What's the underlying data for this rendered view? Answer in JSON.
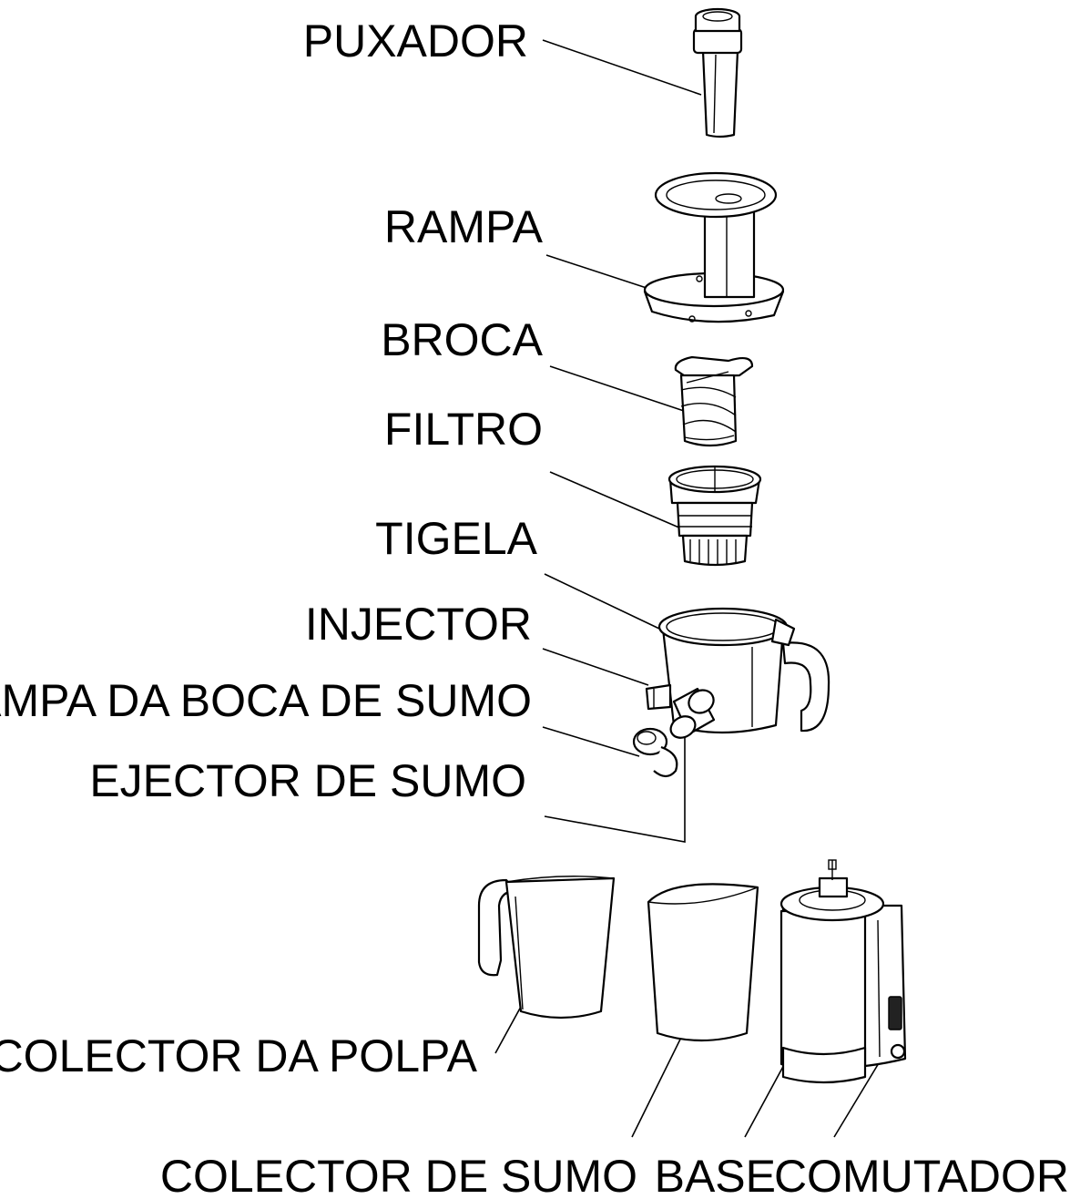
{
  "labels": {
    "puxador": "PUXADOR",
    "rampa": "RAMPA",
    "broca": "BROCA",
    "filtro": "FILTRO",
    "tigela": "TIGELA",
    "injector": "INJECTOR",
    "tampa_boca_sumo": "TAMPA DA BOCA DE SUMO",
    "ejector_sumo": "EJECTOR DE SUMO",
    "colector_polpa": "COLECTOR DA POLPA",
    "colector_sumo": "COLECTOR DE SUMO",
    "base": "BASE",
    "comutador": "COMUTADOR"
  },
  "icons": {
    "puxador": "pusher-icon",
    "rampa": "feed-chute-icon",
    "broca": "auger-icon",
    "filtro": "filter-icon",
    "tigela": "bowl-icon",
    "injector": "pulp-outlet-icon",
    "tampa_boca_sumo": "juice-cap-icon",
    "ejector_sumo": "juice-spout-icon",
    "colector_polpa": "pulp-cup-icon",
    "colector_sumo": "juice-cup-icon",
    "base": "motor-base-icon",
    "comutador": "switch-icon"
  }
}
